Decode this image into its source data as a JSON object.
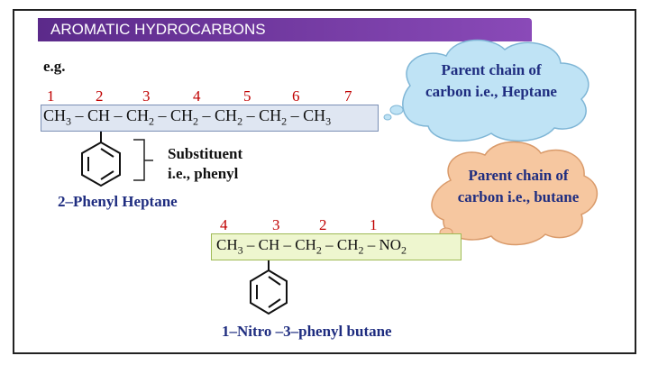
{
  "title": "AROMATIC HYDROCARBONS",
  "eg_label": "e.g.",
  "example1": {
    "numbers": [
      "1",
      "2",
      "3",
      "4",
      "5",
      "6",
      "7"
    ],
    "chain": [
      "CH",
      "3",
      " – CH – CH",
      "2",
      " – CH",
      "2",
      " – CH",
      "2",
      " – CH",
      "2",
      " – CH",
      "3"
    ],
    "substituent_line1": "Substituent",
    "substituent_line2": "i.e., phenyl",
    "name": "2–Phenyl Heptane",
    "cloud_text": "Parent chain of carbon i.e., Heptane"
  },
  "example2": {
    "numbers": [
      "4",
      "3",
      "2",
      "1"
    ],
    "chain": [
      "CH",
      "3",
      " – CH – CH",
      "2",
      " – CH",
      "2",
      " – NO",
      "2"
    ],
    "name": "1–Nitro –3–phenyl butane",
    "cloud_text": "Parent chain of carbon i.e., butane"
  },
  "colors": {
    "title_bg": "#6b3399",
    "number_red": "#c00000",
    "name_blue": "#1f2d80",
    "cloud1_fill": "#bfe3f5",
    "cloud2_fill": "#f6c7a0"
  }
}
